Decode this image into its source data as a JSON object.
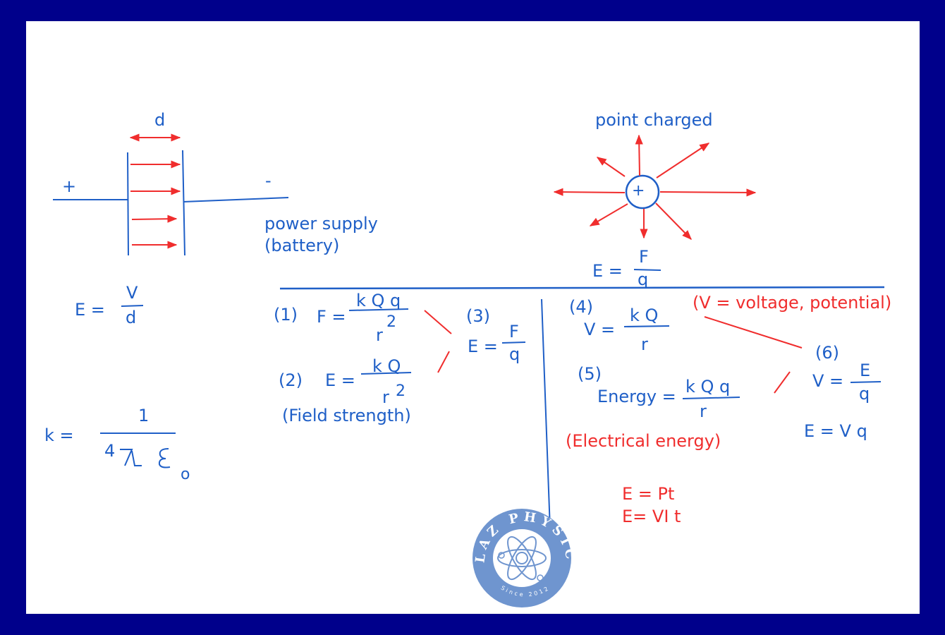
{
  "capacitor": {
    "gap_label": "d",
    "plus_label": "+",
    "minus_label": "-",
    "supply_line1": "power supply",
    "supply_line2": "(battery)",
    "formula_lhs": "E =",
    "formula_num": "V",
    "formula_den": "d"
  },
  "coulomb_constant": {
    "lhs": "k =",
    "num": "1",
    "den": "4",
    "subscript": "o"
  },
  "point_charge": {
    "label": "point charged",
    "charge_symbol": "+",
    "formula_lhs": "E =",
    "formula_num": "F",
    "formula_den": "q"
  },
  "equations": {
    "eq1": {
      "index": "(1)",
      "lhs": "F =",
      "num": "k Q q",
      "den": "r",
      "exp": "2"
    },
    "eq2": {
      "index": "(2)",
      "lhs": "E =",
      "num": "k Q",
      "den": "r",
      "exp": "2",
      "note": "(Field strength)"
    },
    "eq3": {
      "index": "(3)",
      "lhs": "E =",
      "num": "F",
      "den": "q"
    },
    "eq4": {
      "index": "(4)",
      "lhs": "V =",
      "num": "k Q",
      "den": "r",
      "note": "(V = voltage, potential)"
    },
    "eq5": {
      "index": "(5)",
      "lhs": "Energy =",
      "num": "k Q q",
      "den": "r",
      "note": "(Electrical energy)"
    },
    "eq6": {
      "index": "(6)",
      "lhs": "V =",
      "num": "E",
      "den": "q",
      "derived": "E = V q"
    },
    "power1": "E = Pt",
    "power2": "E= VI t"
  },
  "logo": {
    "arc_text": "PLAZ PHYSICS",
    "since_text": "Since 2012"
  },
  "colors": {
    "background": "#00008b",
    "ink_blue": "#1f5fc7",
    "ink_red": "#f02d2d",
    "logo_blue": "#6f95cf"
  }
}
